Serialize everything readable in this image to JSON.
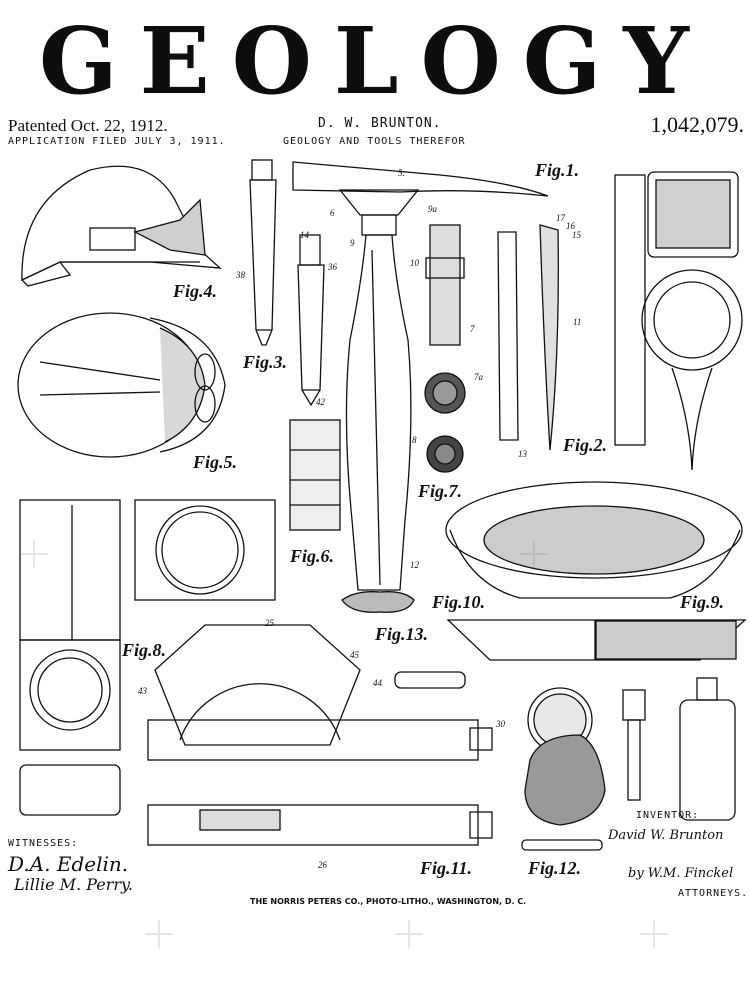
{
  "title": "GEOLOGY",
  "header": {
    "patented": "Patented Oct. 22, 1912.",
    "application_filed": "APPLICATION FILED JULY 3, 1911.",
    "inventor": "D. W. BRUNTON.",
    "subtitle": "GEOLOGY AND TOOLS THEREFOR",
    "patent_number": "1,042,079."
  },
  "figures": [
    {
      "id": "fig1",
      "label": "Fig.1."
    },
    {
      "id": "fig2",
      "label": "Fig.2."
    },
    {
      "id": "fig3",
      "label": "Fig.3."
    },
    {
      "id": "fig4",
      "label": "Fig.4."
    },
    {
      "id": "fig5",
      "label": "Fig.5."
    },
    {
      "id": "fig6",
      "label": "Fig.6."
    },
    {
      "id": "fig7",
      "label": "Fig.7."
    },
    {
      "id": "fig8",
      "label": "Fig.8."
    },
    {
      "id": "fig9",
      "label": "Fig.9."
    },
    {
      "id": "fig10",
      "label": "Fig.10."
    },
    {
      "id": "fig11",
      "label": "Fig.11."
    },
    {
      "id": "fig12",
      "label": "Fig.12."
    },
    {
      "id": "fig13",
      "label": "Fig.13."
    }
  ],
  "ref_numbers": [
    "5.",
    "9a",
    "9",
    "6",
    "8",
    "10",
    "12",
    "11",
    "13",
    "15",
    "16",
    "17",
    "7",
    "7a",
    "30",
    "42",
    "44",
    "43",
    "45",
    "25",
    "26",
    "14",
    "38",
    "36"
  ],
  "footer": {
    "witnesses_label": "WITNESSES:",
    "witness_sig_1": "D.A. Edelin.",
    "witness_sig_2": "Lillie M. Perry.",
    "inventor_label": "INVENTOR:",
    "inventor_sig": "David W. Brunton",
    "attorney_sig": "by W.M. Finckel",
    "attorneys_label": "ATTORNEYS.",
    "printer": "THE NORRIS PETERS CO., PHOTO-LITHO., WASHINGTON, D. C."
  }
}
